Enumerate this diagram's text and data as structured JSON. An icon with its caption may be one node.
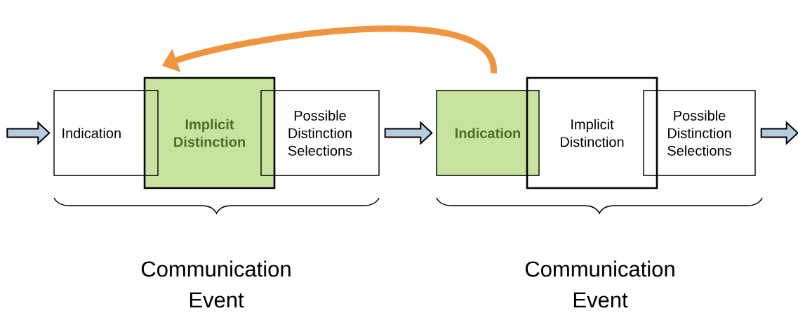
{
  "diagram": {
    "nodes": [
      {
        "text": [
          "Indication"
        ]
      },
      {
        "text": [
          "Implicit Distinction"
        ]
      },
      {
        "text": [
          "Possible Distinction Selections"
        ]
      },
      {
        "text": [
          "Indication"
        ]
      },
      {
        "text": [
          "Implicit Distinction"
        ]
      },
      {
        "text": [
          "Possible Distinction Selections"
        ]
      }
    ],
    "edges": [
      {
        "from": null,
        "to": 0,
        "arrow": "to",
        "style": "thick"
      },
      {
        "from": 2,
        "to": 3,
        "arrow": "to",
        "style": "thick"
      },
      {
        "from": 5,
        "to": null,
        "arrow": "to",
        "style": "thick"
      },
      {
        "from": 3,
        "to": 1,
        "arrow": "to",
        "color": "#f0953f"
      }
    ],
    "labels": [
      "Communication Event",
      "Communication Event"
    ]
  }
}
